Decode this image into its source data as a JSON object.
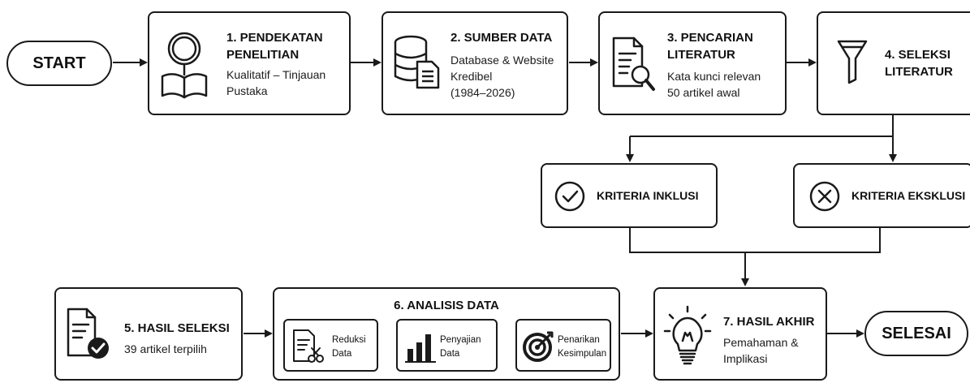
{
  "start": {
    "label": "START"
  },
  "step1": {
    "title": "1. PENDEKATAN PENELITIAN",
    "sub": "Kualitatif – Tinjauan Pustaka",
    "icon": "magnifier-book-icon"
  },
  "step2": {
    "title": "2. SUMBER DATA",
    "sub_lines": [
      "Database & Website",
      "Kredibel",
      "(1984–2026)"
    ],
    "icon": "database-icon"
  },
  "step3": {
    "title_lines": [
      "3. PENCARIAN",
      "LITERATUR"
    ],
    "sub_lines": [
      "Kata kunci relevan",
      "50 artikel awal"
    ],
    "icon": "document-search-icon"
  },
  "step4": {
    "title_lines": [
      "4. SELEKSI",
      "LITERATUR"
    ],
    "icon": "funnel-icon"
  },
  "inclusion": {
    "label": "KRITERIA INKLUSI",
    "icon": "check-circle-icon"
  },
  "exclusion": {
    "label": "KRITERIA EKSKLUSI",
    "icon": "x-circle-icon"
  },
  "step5": {
    "title": "5. HASIL SELEKSI",
    "sub": "39 artikel terpilih",
    "icon": "document-check-icon"
  },
  "step6": {
    "title": "6. ANALISIS DATA",
    "substeps": [
      {
        "lines": [
          "Reduksi",
          "Data"
        ],
        "icon": "document-scissors-icon"
      },
      {
        "lines": [
          "Penyajian",
          "Data"
        ],
        "icon": "bar-chart-icon"
      },
      {
        "lines": [
          "Penarikan",
          "Kesimpulan"
        ],
        "icon": "target-arrow-icon"
      }
    ]
  },
  "step7": {
    "title": "7. HASIL AKHIR",
    "sub_lines": [
      "Pemahaman &",
      "Implikasi"
    ],
    "icon": "lightbulb-icon"
  },
  "end": {
    "label": "SELESAI"
  }
}
